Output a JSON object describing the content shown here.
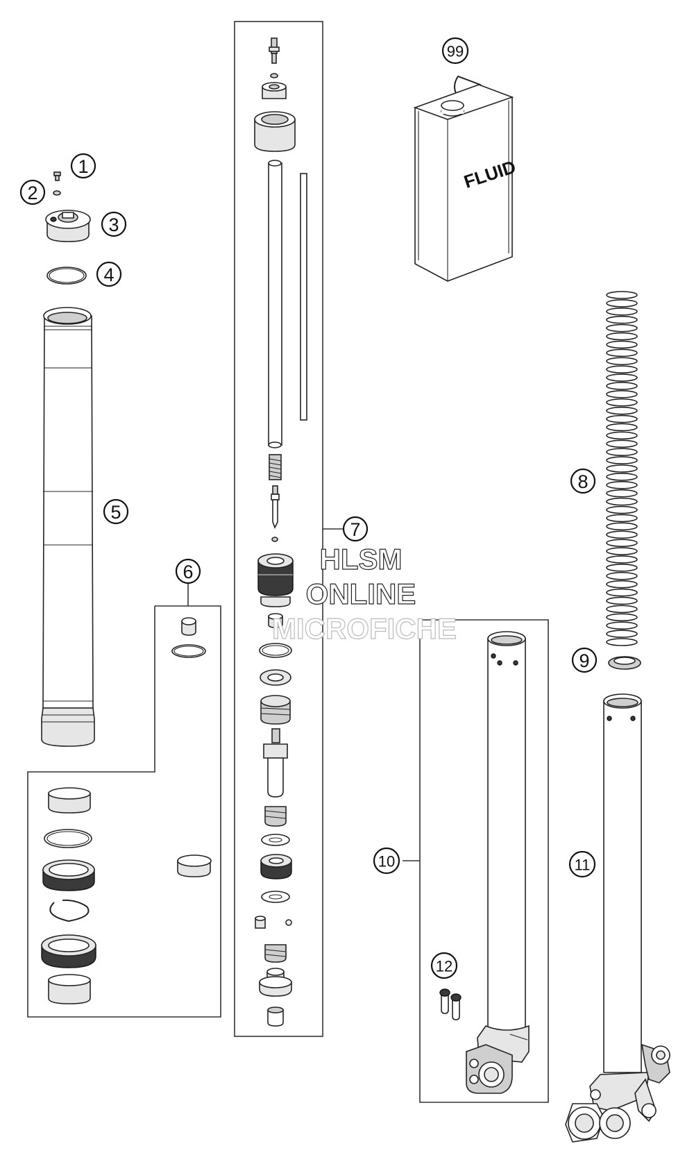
{
  "callouts": [
    {
      "id": "1",
      "label": "1"
    },
    {
      "id": "2",
      "label": "2"
    },
    {
      "id": "3",
      "label": "3"
    },
    {
      "id": "4",
      "label": "4"
    },
    {
      "id": "5",
      "label": "5"
    },
    {
      "id": "6",
      "label": "6"
    },
    {
      "id": "7",
      "label": "7"
    },
    {
      "id": "8",
      "label": "8"
    },
    {
      "id": "9",
      "label": "9"
    },
    {
      "id": "10",
      "label": "10"
    },
    {
      "id": "11",
      "label": "11"
    },
    {
      "id": "12",
      "label": "12"
    },
    {
      "id": "99",
      "label": "99"
    }
  ],
  "can_label": "FLUID",
  "watermark": {
    "line1": "HLSM",
    "line2": "ONLINE",
    "line3": "MICROFICHE"
  }
}
